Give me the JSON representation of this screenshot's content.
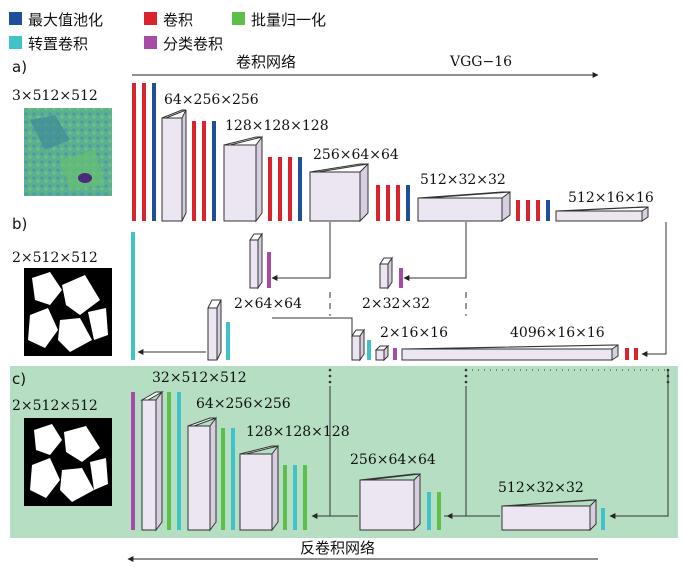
{
  "legend": {
    "items": [
      {
        "label": "最大值池化",
        "color": "#1f4e9b"
      },
      {
        "label": "卷积",
        "color": "#d9232d"
      },
      {
        "label": "批量归一化",
        "color": "#5bbf4a"
      },
      {
        "label": "转置卷积",
        "color": "#3fc3c7"
      },
      {
        "label": "分类卷积",
        "color": "#a64ca6"
      }
    ]
  },
  "rows": {
    "a": {
      "marker": "a)",
      "conv_net_label": "卷积网络",
      "vgg_label": "VGG−16",
      "input_label": "3×512×512",
      "shapes": [
        "64×256×256",
        "128×128×128",
        "256×64×64",
        "512×32×32",
        "512×16×16"
      ]
    },
    "b": {
      "marker": "b)",
      "output_label": "2×512×512",
      "shapes": [
        "2×64×64",
        "2×32×32",
        "2×16×16",
        "4096×16×16"
      ]
    },
    "c": {
      "marker": "c)",
      "output_label": "2×512×512",
      "deconv_label": "反卷积网络",
      "shapes": [
        "32×512×512",
        "64×256×256",
        "128×128×128",
        "256×64×64",
        "512×32×32"
      ]
    }
  },
  "colors": {
    "pool": "#1f4e9b",
    "conv": "#d9232d",
    "bn": "#5bbf4a",
    "tconv": "#3fc3c7",
    "cls": "#a64ca6",
    "box_fill": "#ece6f2",
    "band": "#b5dec3"
  }
}
